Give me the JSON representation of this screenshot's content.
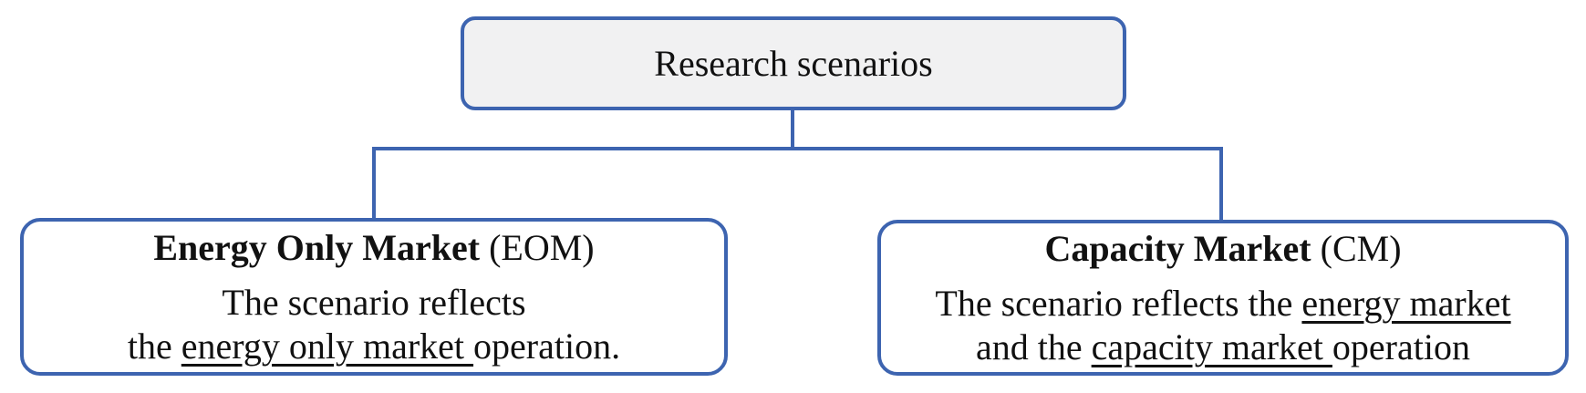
{
  "colors": {
    "border_blue": "#3D64B0",
    "root_fill": "#F1F1F2",
    "text": "#111111"
  },
  "root_box": {
    "label": "Research scenarios"
  },
  "left_box": {
    "title_bold": "Energy Only Market",
    "title_rest": " (EOM)",
    "body": {
      "line1": "The scenario reflects",
      "line2_pre": "the ",
      "line2_underlined": "energy only market ",
      "line2_post": "operation."
    }
  },
  "right_box": {
    "title_bold": "Capacity Market",
    "title_rest": " (CM)",
    "body": {
      "line1_pre": "The scenario reflects the ",
      "line1_underlined": "energy market",
      "line2_pre": "and the ",
      "line2_underlined": "capacity market ",
      "line2_post": "operation"
    }
  }
}
